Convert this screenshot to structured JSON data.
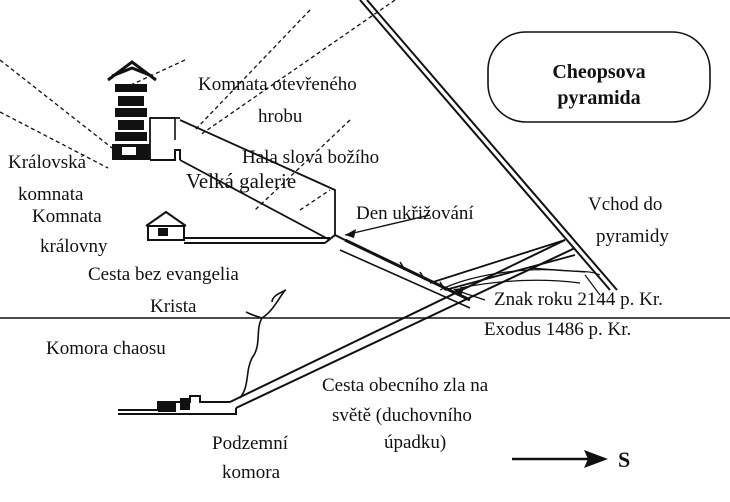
{
  "title_box": {
    "line1": "Cheopsova",
    "line2": "pyramida"
  },
  "labels": {
    "open_tomb_1": "Komnata otevřeného",
    "open_tomb_2": "hrobu",
    "hall_word_of_god": "Hala slova božího",
    "grand_gallery": "Velká galerie",
    "kings_chamber_1": "Královská",
    "kings_chamber_2": "komnata",
    "queens_chamber_1": "Komnata",
    "queens_chamber_2": "královny",
    "crucifixion_day": "Den ukřižování",
    "entrance_1": "Vchod do",
    "entrance_2": "pyramidy",
    "path_without_gospel_1": "Cesta bez evangelia",
    "path_without_gospel_2": "Krista",
    "sign_of_year": "Znak roku 2144 p. Kr.",
    "exodus": "Exodus 1486 p. Kr.",
    "chamber_of_chaos": "Komora chaosu",
    "path_general_evil_1": "Cesta obecního zla na",
    "path_general_evil_2": "světě (duchovního",
    "path_general_evil_3": "úpadku)",
    "underground_chamber_1": "Podzemní",
    "underground_chamber_2": "komora"
  },
  "direction": {
    "label": "S"
  },
  "colors": {
    "ink": "#111111",
    "background": "#ffffff"
  }
}
